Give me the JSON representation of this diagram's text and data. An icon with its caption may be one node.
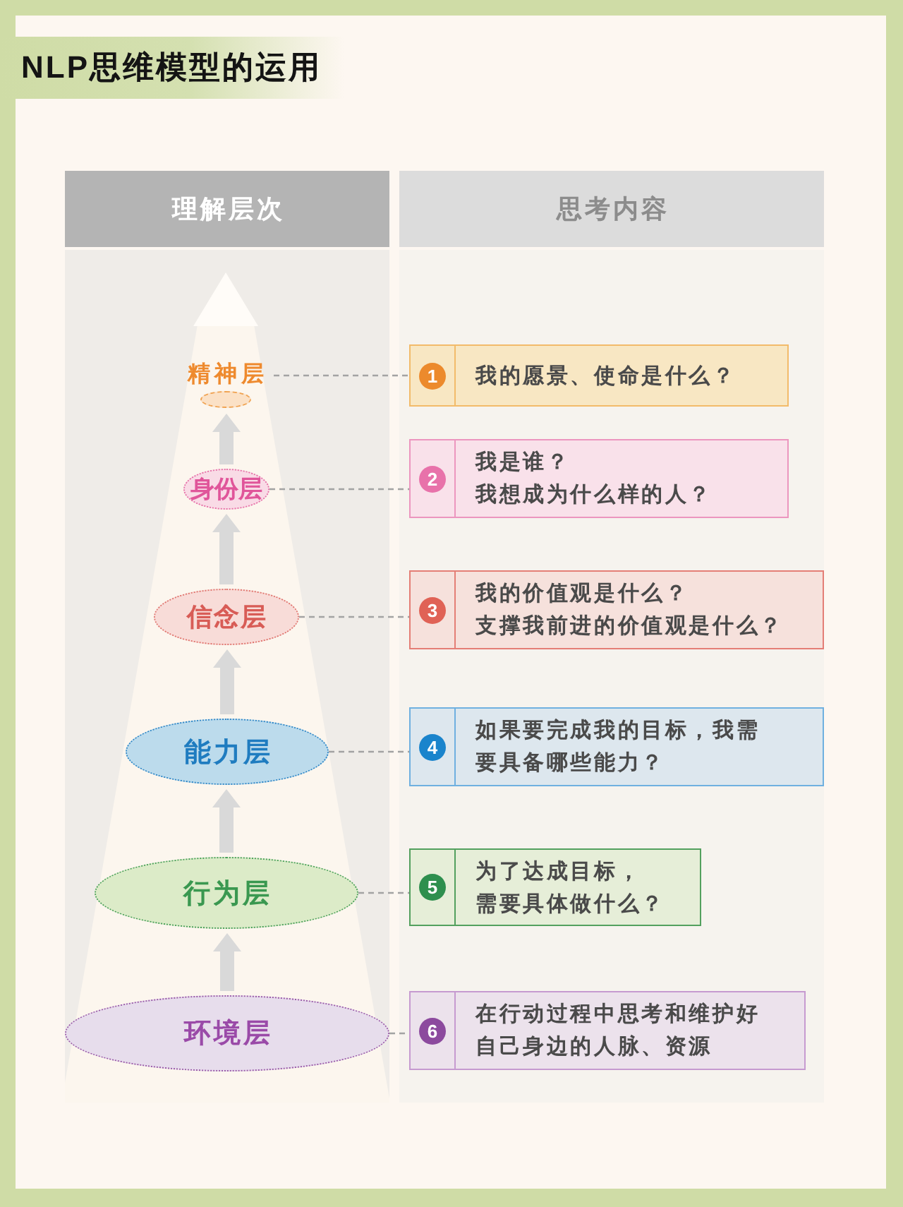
{
  "diagram": {
    "title": "NLP思维模型的运用",
    "nodes": [
      {
        "text": [
          "精神层"
        ]
      },
      {
        "text": [
          "身份层"
        ]
      },
      {
        "text": [
          "信念层"
        ]
      },
      {
        "text": [
          "能力层"
        ]
      },
      {
        "text": [
          "行为层"
        ]
      },
      {
        "text": [
          "环境层"
        ]
      },
      {
        "text": [
          "1",
          "我的愿景、使命是什么？"
        ]
      },
      {
        "text": [
          "2",
          "我是谁？",
          "我想成为什么样的人？"
        ]
      },
      {
        "text": [
          "3",
          "我的价值观是什么？",
          "支撑我前进的价值观是什么？"
        ]
      },
      {
        "text": [
          "4",
          "如果要完成我的目标，我需要具备哪些能力？"
        ]
      },
      {
        "text": [
          "5",
          "为了达成目标，需要具体做什么？"
        ]
      },
      {
        "text": [
          "6",
          "在行动过程中思考和维护好自己身边的人脉、资源"
        ]
      }
    ],
    "edges": [
      {
        "from": 0,
        "to": 6,
        "arrow": "none",
        "style": "dashed"
      },
      {
        "from": 1,
        "to": 7,
        "arrow": "none",
        "style": "dashed"
      },
      {
        "from": 2,
        "to": 8,
        "arrow": "none",
        "style": "dashed"
      },
      {
        "from": 3,
        "to": 9,
        "arrow": "none",
        "style": "dashed"
      },
      {
        "from": 4,
        "to": 10,
        "arrow": "none",
        "style": "dashed"
      },
      {
        "from": 5,
        "to": 11,
        "arrow": "none",
        "style": "dashed"
      },
      {
        "from": 5,
        "to": 4,
        "arrow": "to",
        "style": "thick",
        "color": "#d9d9d9"
      },
      {
        "from": 4,
        "to": 3,
        "arrow": "to",
        "style": "thick",
        "color": "#d9d9d9"
      },
      {
        "from": 3,
        "to": 2,
        "arrow": "to",
        "style": "thick",
        "color": "#d9d9d9"
      },
      {
        "from": 2,
        "to": 1,
        "arrow": "to",
        "style": "thick",
        "color": "#d9d9d9"
      },
      {
        "from": 1,
        "to": 0,
        "arrow": "to",
        "style": "thick",
        "color": "#d9d9d9"
      }
    ],
    "labels": [
      "理解层次",
      "思考内容"
    ]
  }
}
